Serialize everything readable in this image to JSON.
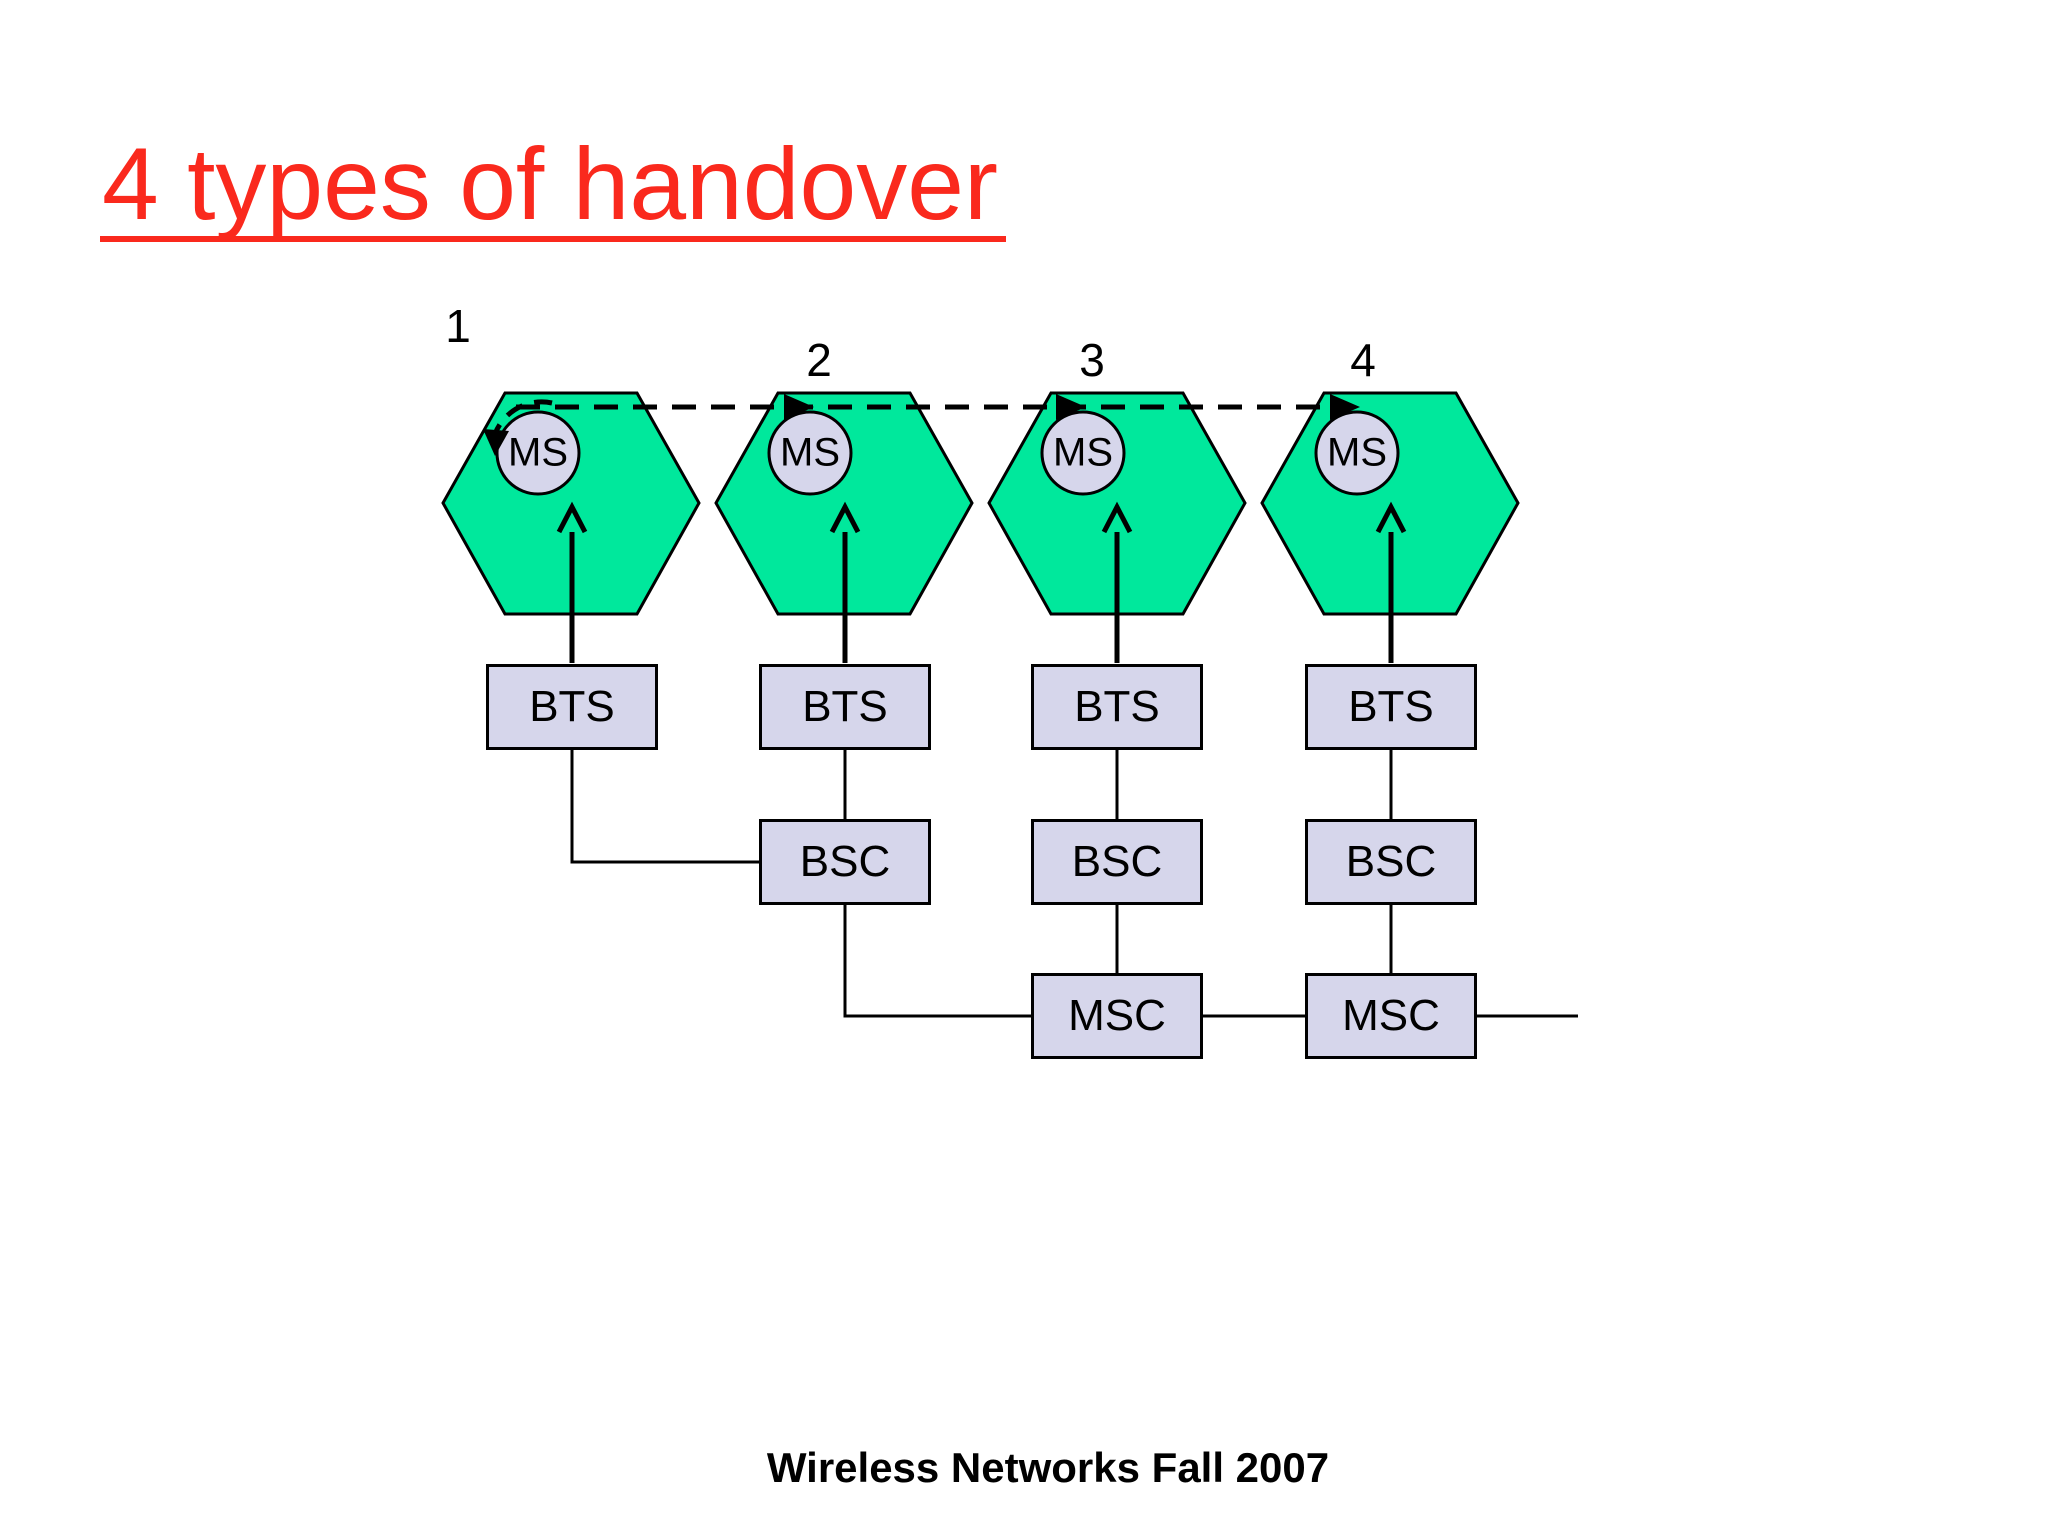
{
  "slide": {
    "title": "4 types of handover",
    "footer": "Wireless Networks Fall 2007"
  },
  "colors": {
    "title-red": "#fa291d",
    "cell-green": "#00e89c",
    "node-lavender": "#d6d6eb"
  },
  "diagram": {
    "handover_labels": [
      {
        "number": "1"
      },
      {
        "number": "2"
      },
      {
        "number": "3"
      },
      {
        "number": "4"
      }
    ],
    "ms_nodes": [
      {
        "label": "MS"
      },
      {
        "label": "MS"
      },
      {
        "label": "MS"
      },
      {
        "label": "MS"
      }
    ],
    "bts_nodes": [
      {
        "label": "BTS"
      },
      {
        "label": "BTS"
      },
      {
        "label": "BTS"
      },
      {
        "label": "BTS"
      }
    ],
    "bsc_nodes": [
      {
        "label": "BSC"
      },
      {
        "label": "BSC"
      },
      {
        "label": "BSC"
      }
    ],
    "msc_nodes": [
      {
        "label": "MSC"
      },
      {
        "label": "MSC"
      }
    ]
  }
}
